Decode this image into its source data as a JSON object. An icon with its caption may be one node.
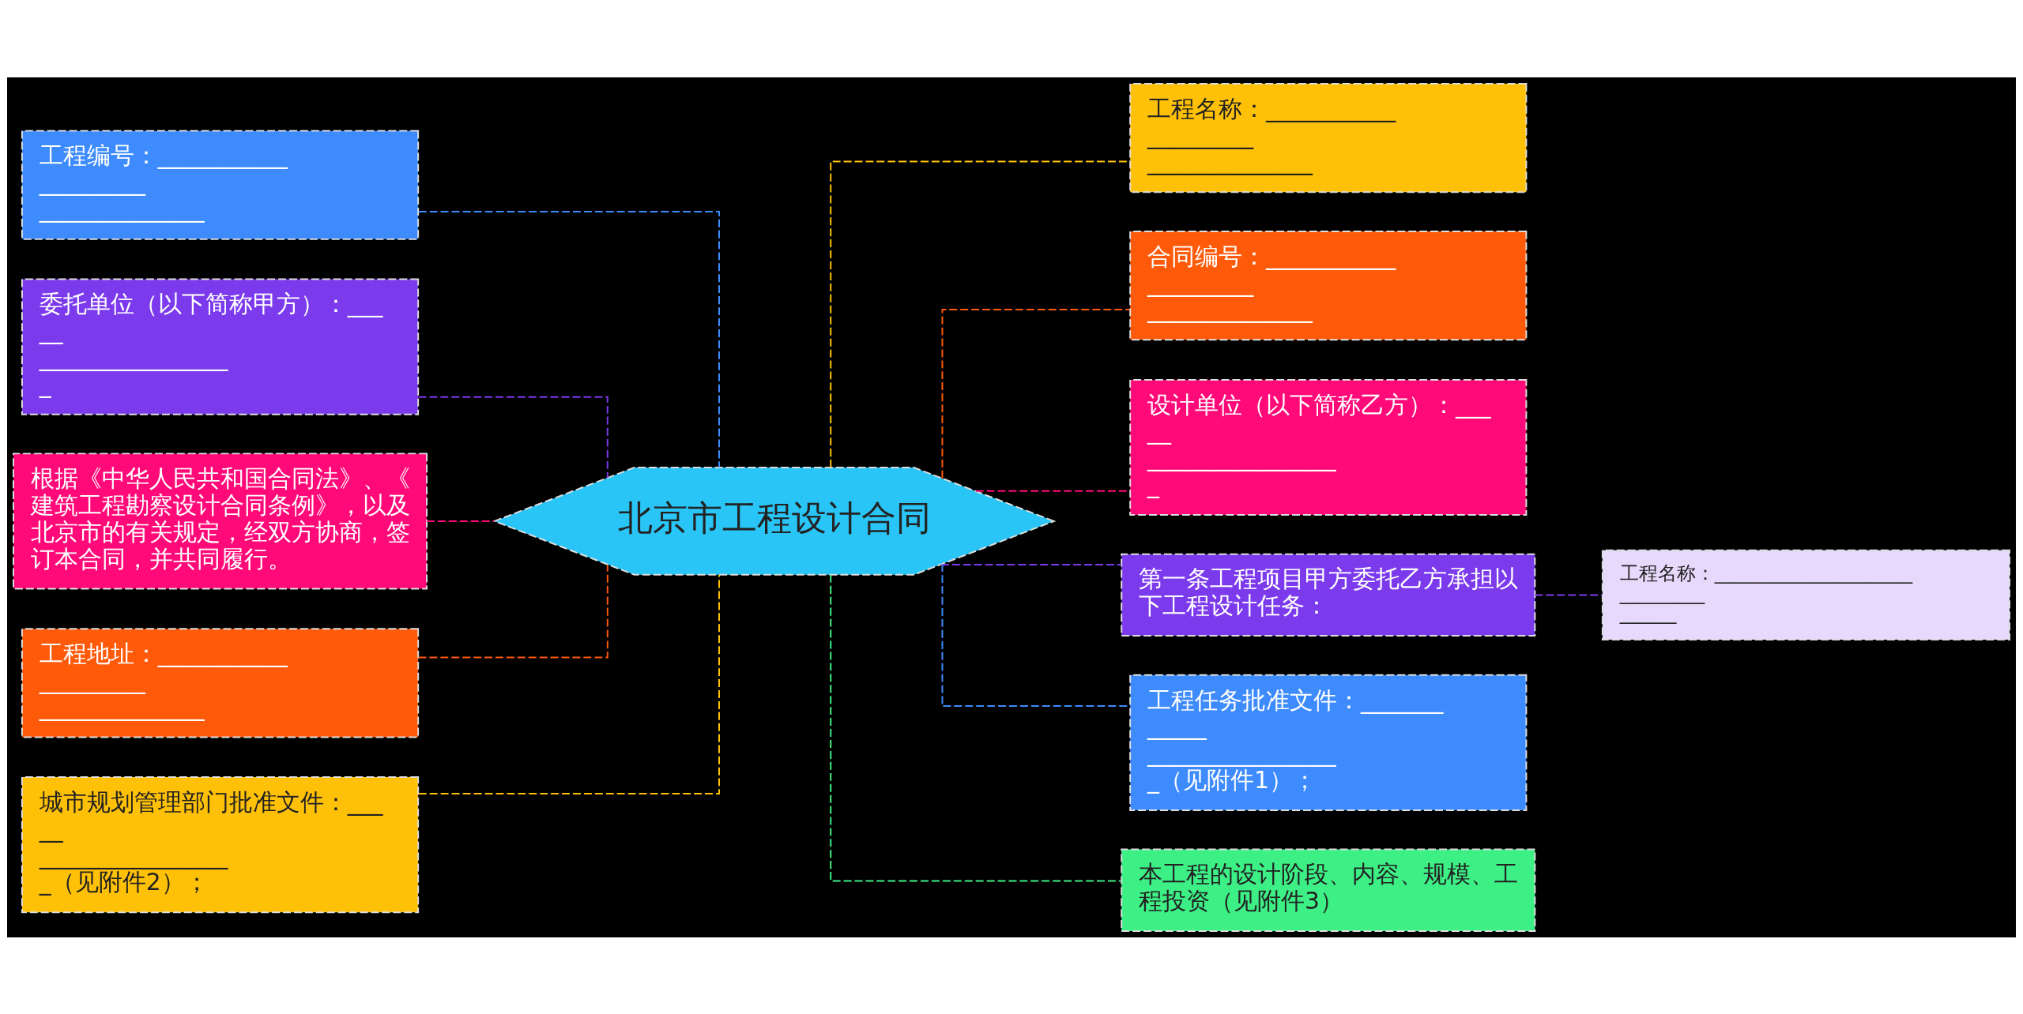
{
  "diagram": {
    "nodes": [
      {
        "text": [
          "北京市工程设计合同"
        ]
      },
      {
        "text": [
          "工程编号：____________________ ______________"
        ]
      },
      {
        "text": [
          "委托单位（以下简称甲方）：_____ _________________"
        ]
      },
      {
        "text": [
          "根据《中华人民共和国合同法》、《建筑工程勘察设计合同条例》，以及北京市的有关规定，经双方协商，签订本合同，并共同履行。"
        ]
      },
      {
        "text": [
          "工程地址：____________________ ______________"
        ]
      },
      {
        "text": [
          "城市规划管理部门批准文件：_____ _________________（见附件2）；"
        ]
      },
      {
        "text": [
          "工程名称：____________________ ______________"
        ]
      },
      {
        "text": [
          "合同编号：____________________ ______________"
        ]
      },
      {
        "text": [
          "设计单位（以下简称乙方）：_____ _________________"
        ]
      },
      {
        "text": [
          "第一条工程项目甲方委托乙方承担以下工程设计任务："
        ]
      },
      {
        "text": [
          "工程任务批准文件：____________ _________________（见附件1）；"
        ]
      },
      {
        "text": [
          "本工程的设计阶段、内容、规模、工程投资（见附件3）"
        ]
      },
      {
        "text": [
          "工程名称：______________________________ ______"
        ]
      }
    ],
    "edges": [
      {
        "from": 0,
        "to": 1,
        "arrow": "none",
        "style": "dashed",
        "color": "#3d8bfd"
      },
      {
        "from": 0,
        "to": 2,
        "arrow": "none",
        "style": "dashed",
        "color": "#7c3aed"
      },
      {
        "from": 0,
        "to": 3,
        "arrow": "none",
        "style": "dashed",
        "color": "#ff0a78"
      },
      {
        "from": 0,
        "to": 4,
        "arrow": "none",
        "style": "dashed",
        "color": "#ff5a0a"
      },
      {
        "from": 0,
        "to": 5,
        "arrow": "none",
        "style": "dashed",
        "color": "#ffc107"
      },
      {
        "from": 0,
        "to": 6,
        "arrow": "none",
        "style": "dashed",
        "color": "#ffc107"
      },
      {
        "from": 0,
        "to": 7,
        "arrow": "none",
        "style": "dashed",
        "color": "#ff5a0a"
      },
      {
        "from": 0,
        "to": 8,
        "arrow": "none",
        "style": "dashed",
        "color": "#ff0a78"
      },
      {
        "from": 0,
        "to": 9,
        "arrow": "none",
        "style": "dashed",
        "color": "#7c3aed"
      },
      {
        "from": 0,
        "to": 10,
        "arrow": "none",
        "style": "dashed",
        "color": "#3d8bfd"
      },
      {
        "from": 0,
        "to": 11,
        "arrow": "none",
        "style": "dashed",
        "color": "#3df086"
      },
      {
        "from": 9,
        "to": 12,
        "arrow": "none",
        "style": "dashed",
        "color": "#7c3aed"
      }
    ]
  }
}
